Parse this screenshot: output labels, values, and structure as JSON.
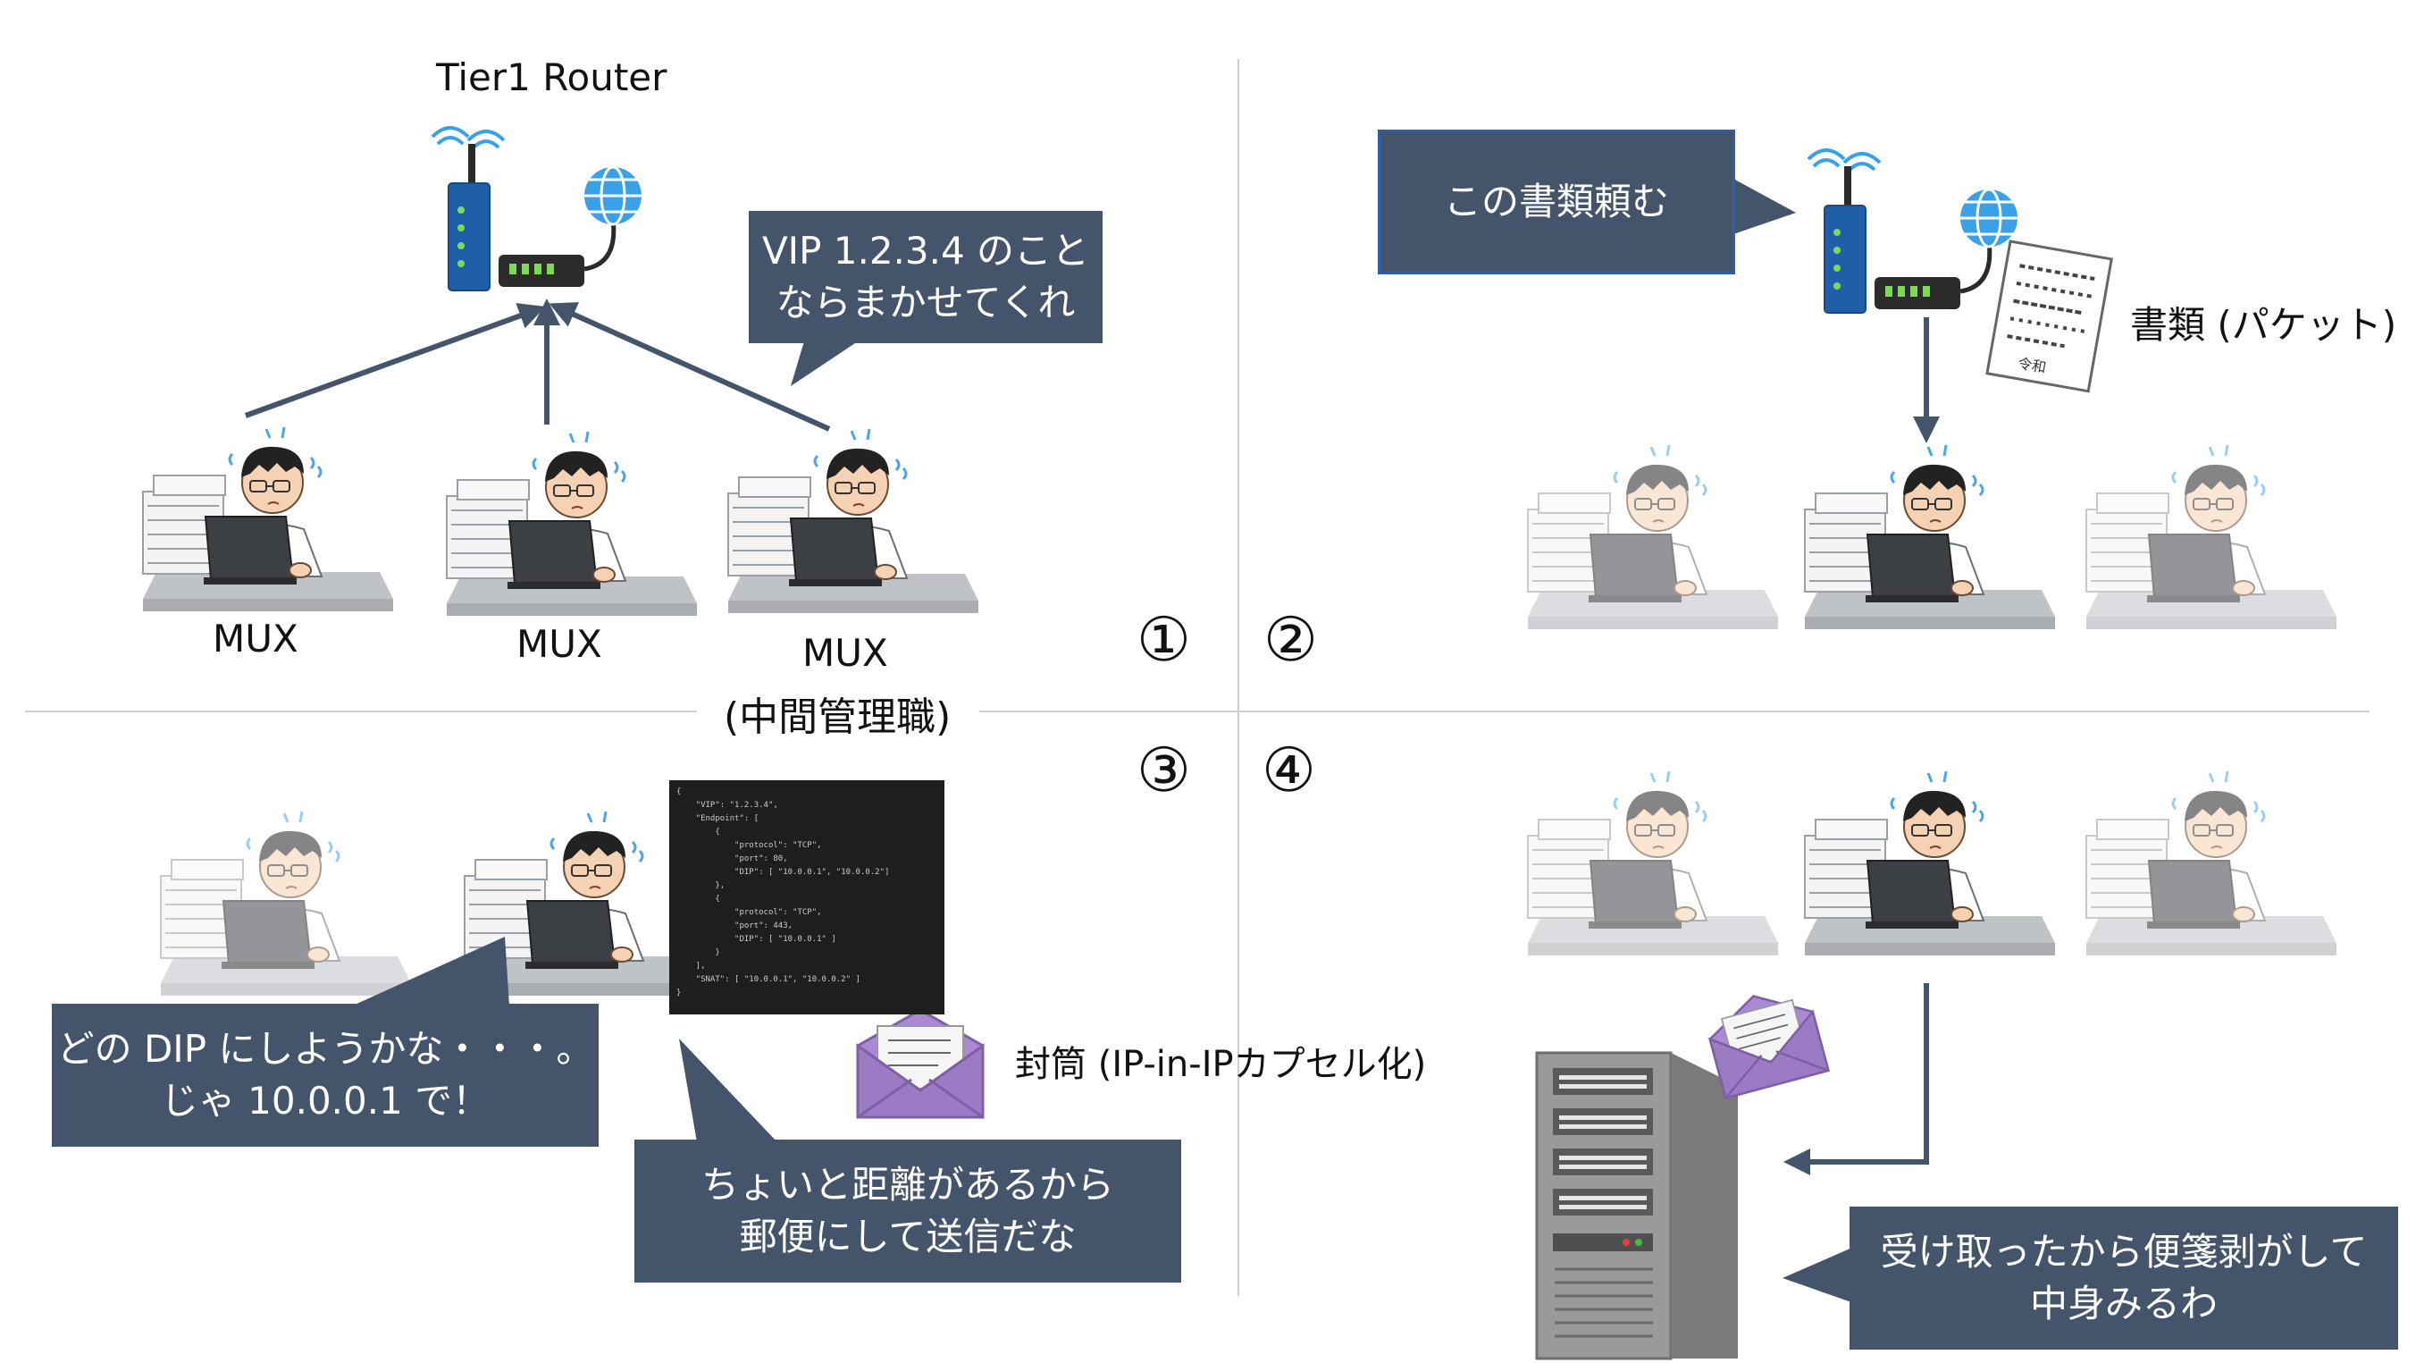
{
  "router_label": "Tier1 Router",
  "mux_labels": [
    "MUX",
    "MUX",
    "MUX"
  ],
  "mux_note": "(中間管理職)",
  "panel_numbers": [
    "①",
    "②",
    "③",
    "④"
  ],
  "bubbles": {
    "vip": [
      "VIP 1.2.3.4 のこと",
      "ならまかせてくれ"
    ],
    "request": [
      "この書類頼む"
    ],
    "choose_dip": [
      "どの DIP にしようかな・・・。",
      "じゃ 10.0.0.1 で！"
    ],
    "mail": [
      "ちょいと距離があるから",
      "郵便にして送信だな"
    ],
    "server": [
      "受け取ったから便箋剥がして",
      "中身みるわ"
    ]
  },
  "document_label": "書類 (パケット)",
  "document_stamp": "令和",
  "envelope_label": "封筒 (IP-in-IPカプセル化)",
  "json_lines": [
    "{",
    "    \"VIP\": \"1.2.3.4\",",
    "    \"Endpoint\": [",
    "        {",
    "            \"protocol\": \"TCP\",",
    "            \"port\": 80,",
    "            \"DIP\": [ \"10.0.0.1\", \"10.0.0.2\"]",
    "        },",
    "        {",
    "            \"protocol\": \"TCP\",",
    "            \"port\": 443,",
    "            \"DIP\": [ \"10.0.0.1\" ]",
    "        }",
    "    ],",
    "    \"SNAT\": [ \"10.0.0.1\", \"10.0.0.2\" ]",
    "}"
  ],
  "colors": {
    "bubble_bg": "#44546A",
    "arrow": "#44546A",
    "divider": "#D0D0D0",
    "router_body": "#1F5FA8",
    "globe": "#3AA0E8",
    "envelope": "#9C7BC5",
    "server": "#8C8C8C"
  }
}
